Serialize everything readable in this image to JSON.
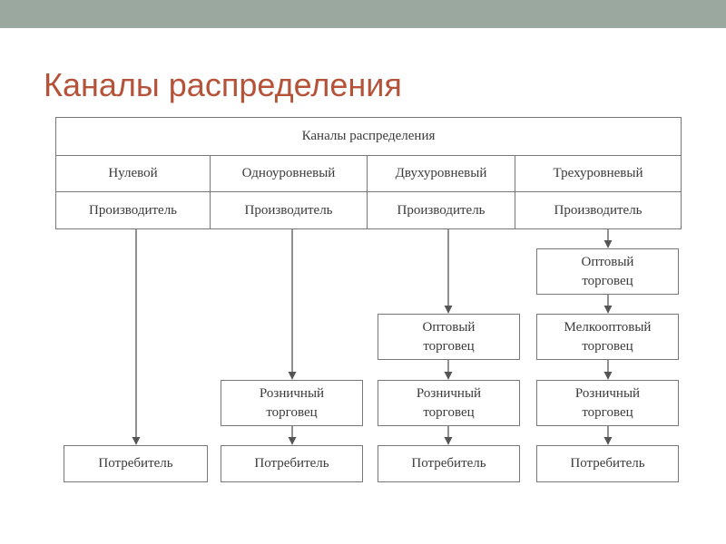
{
  "slide": {
    "title": "Каналы распределения"
  },
  "diagram": {
    "header": "Каналы распределения",
    "channels": [
      {
        "name": "Нулевой",
        "producer": "Производитель",
        "intermediaries": [],
        "consumer": "Потребитель"
      },
      {
        "name": "Одноуровневый",
        "producer": "Производитель",
        "intermediaries": [
          "Розничный\nторговец"
        ],
        "consumer": "Потребитель"
      },
      {
        "name": "Двухуровневый",
        "producer": "Производитель",
        "intermediaries": [
          "Оптовый\nторговец",
          "Розничный\nторговец"
        ],
        "consumer": "Потребитель"
      },
      {
        "name": "Трехуровневый",
        "producer": "Производитель",
        "intermediaries": [
          "Оптовый\nторговец",
          "Мелкооптовый\nторговец",
          "Розничный\nторговец"
        ],
        "consumer": "Потребитель"
      }
    ]
  },
  "colors": {
    "title": "#b5533a",
    "topbar": "#9aa89f",
    "line": "#777777",
    "text": "#3b3b3b"
  }
}
